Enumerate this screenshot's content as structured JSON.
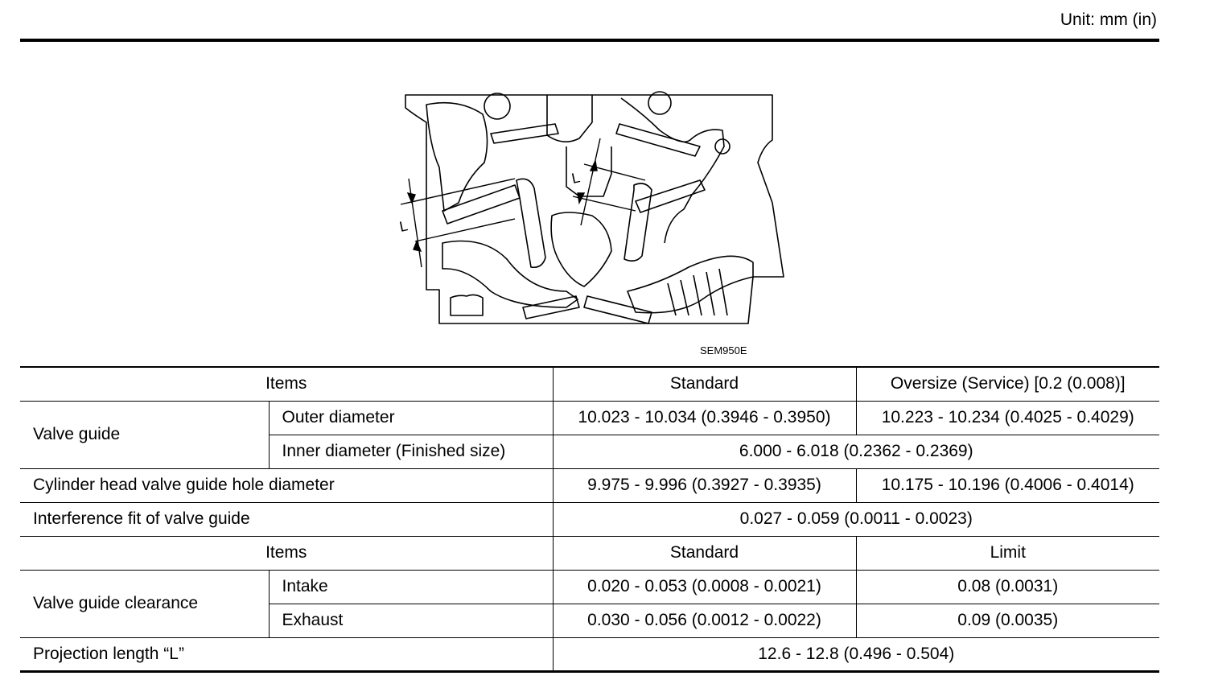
{
  "header": {
    "unit": "Unit: mm (in)"
  },
  "figure": {
    "id": "SEM950E",
    "label_left": "L",
    "label_right": "L"
  },
  "table": {
    "header1": {
      "items": "Items",
      "standard": "Standard",
      "oversize": "Oversize (Service) [0.2 (0.008)]"
    },
    "valve_guide": {
      "label": "Valve guide",
      "outer_label": "Outer diameter",
      "outer_standard": "10.023 - 10.034 (0.3946 - 0.3950)",
      "outer_oversize": "10.223 - 10.234 (0.4025 - 0.4029)",
      "inner_label": "Inner diameter (Finished size)",
      "inner_value": "6.000 - 6.018 (0.2362 - 0.2369)"
    },
    "hole": {
      "label": "Cylinder head valve guide hole diameter",
      "standard": "9.975 - 9.996 (0.3927 - 0.3935)",
      "oversize": "10.175 - 10.196 (0.4006 - 0.4014)"
    },
    "interference": {
      "label": "Interference fit of valve guide",
      "value": "0.027 - 0.059 (0.0011 - 0.0023)"
    },
    "header2": {
      "items": "Items",
      "standard": "Standard",
      "limit": "Limit"
    },
    "clearance": {
      "label": "Valve guide clearance",
      "intake_label": "Intake",
      "intake_standard": "0.020 - 0.053 (0.0008 - 0.0021)",
      "intake_limit": "0.08 (0.0031)",
      "exhaust_label": "Exhaust",
      "exhaust_standard": "0.030 - 0.056 (0.0012 - 0.0022)",
      "exhaust_limit": "0.09 (0.0035)"
    },
    "projection": {
      "label": "Projection length “L”",
      "value": "12.6 - 12.8 (0.496 - 0.504)"
    }
  }
}
